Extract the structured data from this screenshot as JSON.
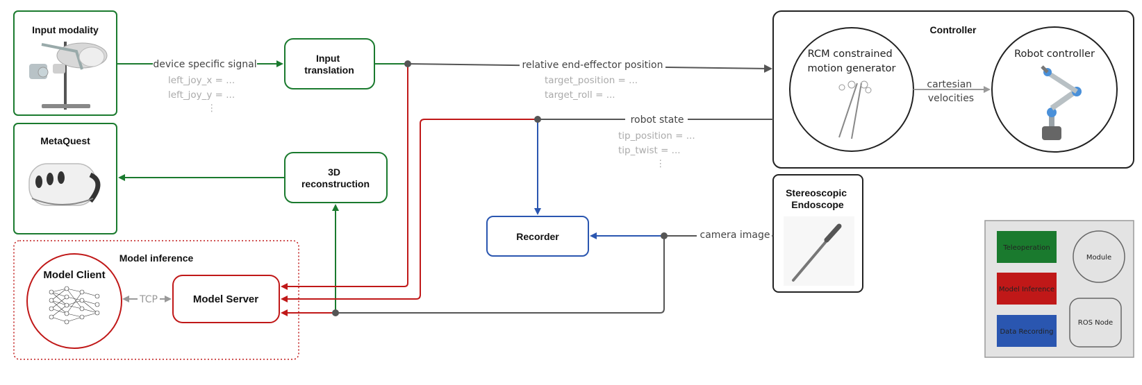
{
  "colors": {
    "teleoperation": "#1a7a2e",
    "inference": "#c01818",
    "recording": "#2a56b0",
    "neutral": "#555555",
    "faint_text": "#aaaaaa",
    "legend_bg": "#e3e3e3"
  },
  "modules": {
    "input_modality": "Input modality",
    "metaquest": "MetaQuest",
    "input_translation": [
      "Input",
      "translation"
    ],
    "reconstruction": [
      "3D",
      "reconstruction"
    ],
    "model_inference": "Model inference",
    "model_client": "Model Client",
    "model_server": "Model Server",
    "recorder": "Recorder",
    "controller": "Controller",
    "rcm_generator": [
      "RCM constrained",
      "motion generator"
    ],
    "robot_controller": "Robot controller",
    "endoscope": [
      "Stereoscopic",
      "Endoscope"
    ]
  },
  "signals": {
    "device_signal": "device specific signal",
    "device_fields": [
      "left_joy_x = ...",
      "left_joy_y = ...",
      "⋮"
    ],
    "ee_position": "relative end-effector position",
    "ee_fields": [
      "target_position = ...",
      "target_roll = ..."
    ],
    "robot_state": "robot state",
    "state_fields": [
      "tip_position = ...",
      "tip_twist = ...",
      "⋮"
    ],
    "cartesian": [
      "cartesian",
      "velocities"
    ],
    "camera_image": "camera image",
    "tcp": "TCP"
  },
  "legend": {
    "teleoperation": "Teleoperation",
    "model_inference": "Model Inference",
    "data_recording": "Data Recording",
    "module": "Module",
    "ros_node": "ROS Node"
  }
}
